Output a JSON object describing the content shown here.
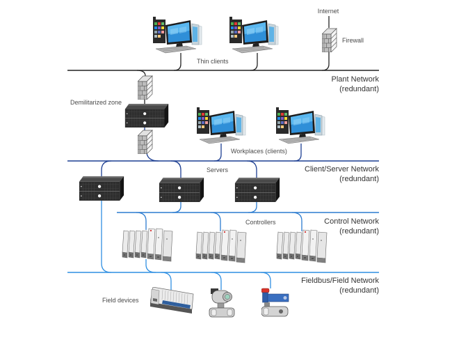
{
  "networks": {
    "plant": {
      "name": "Plant Network",
      "note": "(redundant)",
      "color": "#222222"
    },
    "client_server": {
      "name": "Client/Server Network",
      "note": "(redundant)",
      "color": "#1c3e92"
    },
    "control": {
      "name": "Control Network",
      "note": "(redundant)",
      "color": "#2b7bcf"
    },
    "fieldbus": {
      "name": "Fieldbus/Field Network",
      "note": "(redundant)",
      "color": "#2f8fe2"
    }
  },
  "labels": {
    "internet": "Internet",
    "firewall": "Firewall",
    "thin_clients": "Thin clients",
    "dmz": "Demilitarized zone",
    "workplaces": "Workplaces (clients)",
    "servers": "Servers",
    "controllers": "Controllers",
    "field_devices": "Field devices"
  },
  "icons": {
    "workstation": "workstation-icon",
    "firewall": "firewall-icon",
    "server": "rack-server-icon",
    "controller": "controller-rack-icon",
    "field_devices": [
      "remote-io-module-icon",
      "pressure-transmitter-icon",
      "valve-actuator-icon"
    ]
  }
}
